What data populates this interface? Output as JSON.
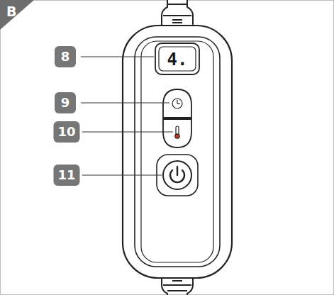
{
  "diagram": {
    "labels": [
      "B",
      "8",
      "9",
      "10",
      "11",
      "4."
    ]
  }
}
